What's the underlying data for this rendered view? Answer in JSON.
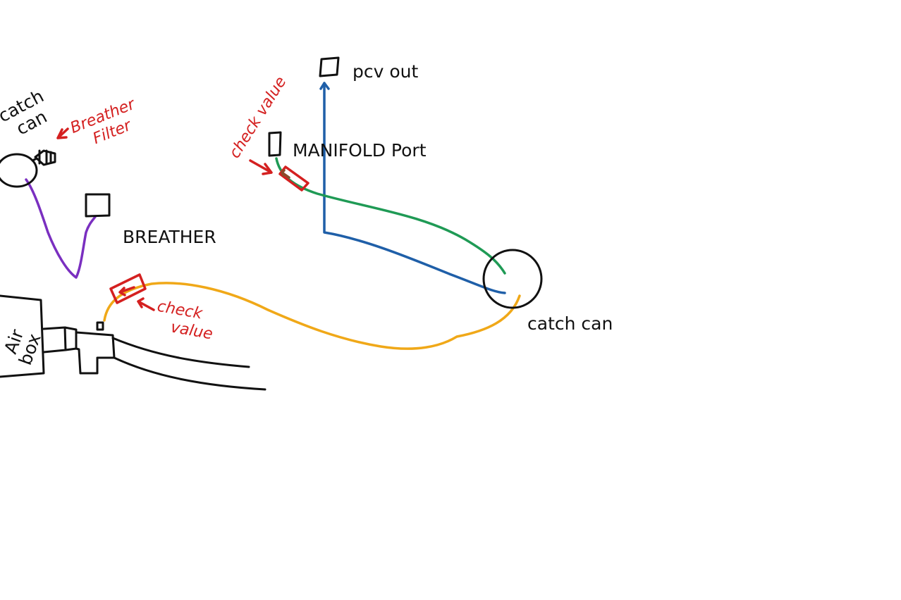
{
  "labels": {
    "pcv_out": "pcv out",
    "manifold_port": "MANIFOLD Port",
    "breather": "BREATHER",
    "catch_can_main": "catch can",
    "catch_can_left_line1": "catch",
    "catch_can_left_line2": "can",
    "breather_filter_line1": "Breather",
    "breather_filter_line2": "Filter",
    "check_value_top": "check value",
    "check_value_bottom_line1": "check",
    "check_value_bottom_line2": "value",
    "air_box_line1": "Air",
    "air_box_line2": "box"
  },
  "colors": {
    "ink": "#111111",
    "annotation": "#d42020",
    "pcv_line": "#1f5fa8",
    "manifold_line": "#1f9a55",
    "breather_line": "#7a2fc0",
    "intake_line": "#f0a818"
  }
}
